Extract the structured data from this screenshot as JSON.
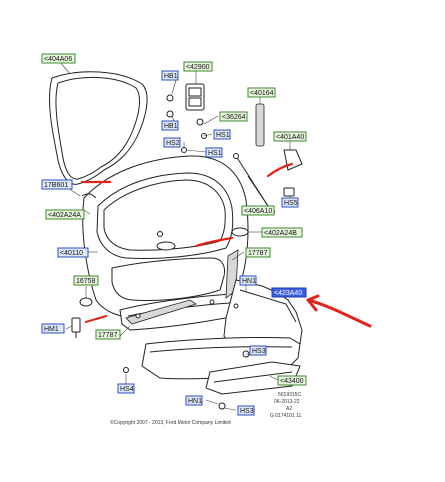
{
  "labels": {
    "l404a06": "<404A06",
    "l42900": "<42900",
    "hb1a": "HB1",
    "hb1b": "HB1",
    "l36264": "<36264",
    "l40164": "<40164",
    "hs1a": "HS1",
    "hs2": "HS2",
    "hs1b": "HS1",
    "l401a40": "<401A40",
    "l17b601": "17B601",
    "hs5": "HS5",
    "l406a10": "<406A10",
    "l402a24a": "<402A24A",
    "l402a24b": "<402A24B",
    "l40110": "<40110",
    "l17787a": "17787",
    "l16758": "16758",
    "hn1a": "HN1",
    "l423a40": "<423A40",
    "hm1": "HM1",
    "l17787b": "17787",
    "hs3a": "HS3",
    "hs4": "HS4",
    "l43400": "<43400",
    "hn1b": "HN1",
    "hs3b": "HS3"
  },
  "footer": {
    "code1": "5019315C",
    "code2": "06-2013-22",
    "code3": "A2",
    "code4": "G 0174101 11",
    "copyright": "©Copyright 2007 - 2013, Ford Motor Company Limited"
  }
}
